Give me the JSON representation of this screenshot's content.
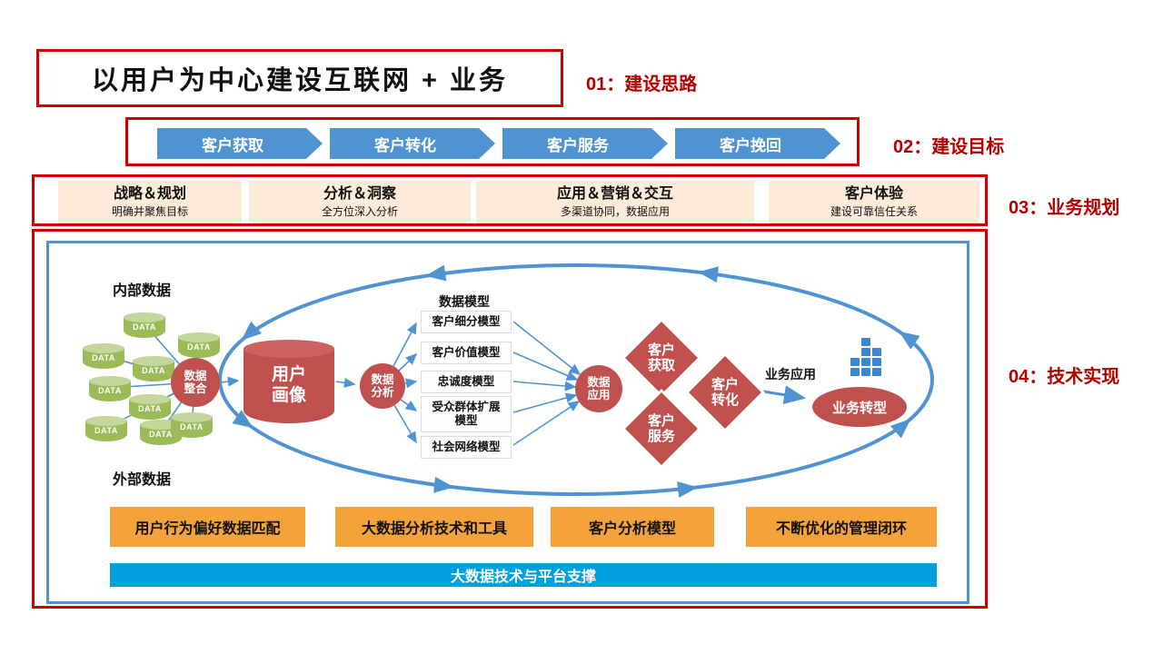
{
  "colors": {
    "border_red": "#d10000",
    "label_red": "#b30000",
    "flow_blue": "#4f93d2",
    "peach": "#fdebd9",
    "orange": "#f3a33a",
    "cyan_bar": "#00a0dc",
    "brick_red": "#c0504d",
    "db_green": "#9bbb59"
  },
  "header": {
    "title": "以用户为中心建设互联网 + 业务",
    "label": "01：建设思路"
  },
  "goals": {
    "label": "02：建设目标",
    "steps": [
      "客户获取",
      "客户转化",
      "客户服务",
      "客户挽回"
    ]
  },
  "planning": {
    "label": "03：业务规划",
    "items": [
      {
        "title": "战略＆规划",
        "subtitle": "明确并聚焦目标"
      },
      {
        "title": "分析＆洞察",
        "subtitle": "全方位深入分析"
      },
      {
        "title": "应用＆营销＆交互",
        "subtitle": "多渠道协同，数据应用"
      },
      {
        "title": "客户体验",
        "subtitle": "建设可靠信任关系"
      }
    ]
  },
  "tech": {
    "label": "04：技术实现",
    "internal_data": "内部数据",
    "external_data": "外部数据",
    "db": "DATA",
    "integration": "数据整合",
    "profile": "用户画像",
    "analysis": "数据分析",
    "model_title": "数据模型",
    "models": [
      "客户细分模型",
      "客户价值模型",
      "忠诚度模型",
      "受众群体扩展模型",
      "社会网络模型"
    ],
    "application": "数据应用",
    "diamond_acquire": "客户获取",
    "diamond_convert": "客户转化",
    "diamond_service": "客户服务",
    "business_app": "业务应用",
    "business_transform": "业务转型",
    "capabilities": [
      "用户行为偏好数据匹配",
      "大数据分析技术和工具",
      "客户分析模型",
      "不断优化的管理闭环"
    ],
    "platform": "大数据技术与平台支撑"
  }
}
